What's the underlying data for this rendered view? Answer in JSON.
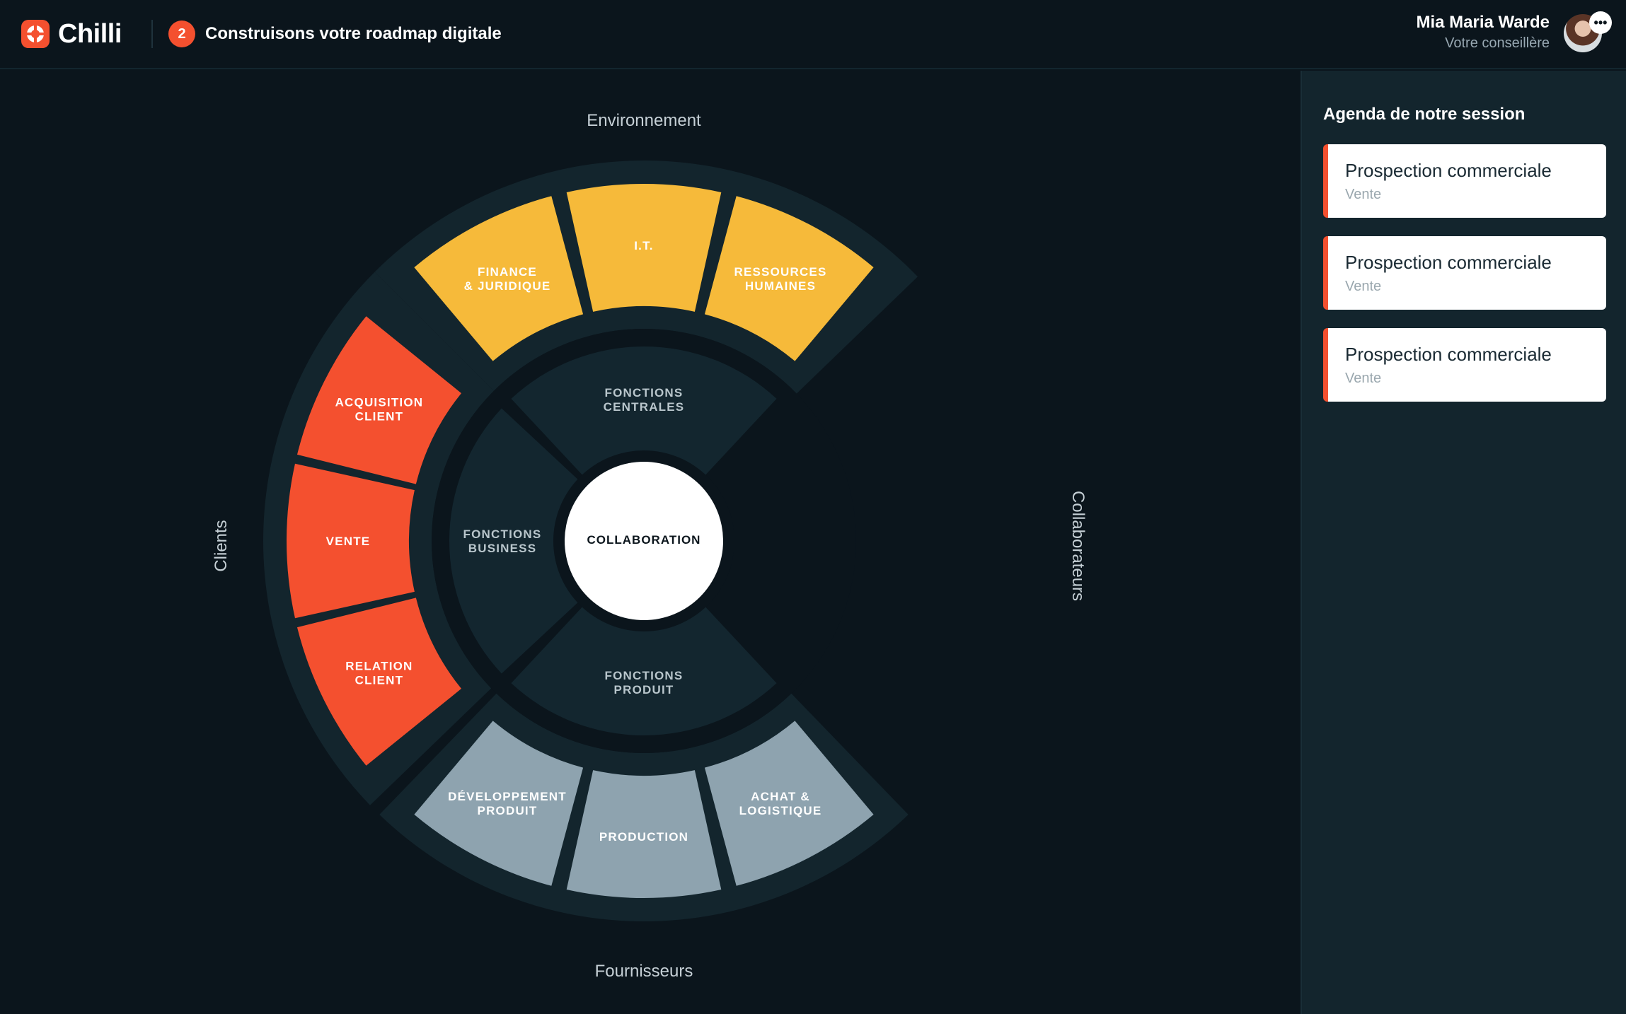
{
  "header": {
    "logo_text": "Chilli",
    "step_number": "2",
    "step_title": "Construisons votre roadmap digitale",
    "user_name": "Mia Maria Warde",
    "user_role": "Votre conseillère",
    "chat_icon": "•••"
  },
  "diagram": {
    "axes": {
      "top": "Environnement",
      "bottom": "Fournisseurs",
      "left": "Clients",
      "right": "Collaborateurs"
    },
    "center": "COLLABORATION",
    "inner": {
      "top": [
        "FONCTIONS",
        "CENTRALES"
      ],
      "left": [
        "FONCTIONS",
        "BUSINESS"
      ],
      "bottom": [
        "FONCTIONS",
        "PRODUIT"
      ]
    },
    "top_segments": [
      [
        "FINANCE",
        "& JURIDIQUE"
      ],
      [
        "I.T."
      ],
      [
        "RESSOURCES",
        "HUMAINES"
      ]
    ],
    "left_segments": [
      [
        "ACQUISITION",
        "CLIENT"
      ],
      [
        "VENTE"
      ],
      [
        "RELATION",
        "CLIENT"
      ]
    ],
    "bottom_segments": [
      [
        "DÉVELOPPEMENT",
        "PRODUIT"
      ],
      [
        "PRODUCTION"
      ],
      [
        "ACHAT &",
        "LOGISTIQUE"
      ]
    ],
    "colors": {
      "top": "#f6ba3a",
      "left": "#f4502f",
      "bottom": "#8ea3af",
      "band": "#13252d",
      "inner": "#13262f",
      "center": "#ffffff"
    }
  },
  "sidebar": {
    "title": "Agenda de notre session",
    "items": [
      {
        "title": "Prospection commerciale",
        "subtitle": "Vente"
      },
      {
        "title": "Prospection commerciale",
        "subtitle": "Vente"
      },
      {
        "title": "Prospection commerciale",
        "subtitle": "Vente"
      }
    ]
  }
}
